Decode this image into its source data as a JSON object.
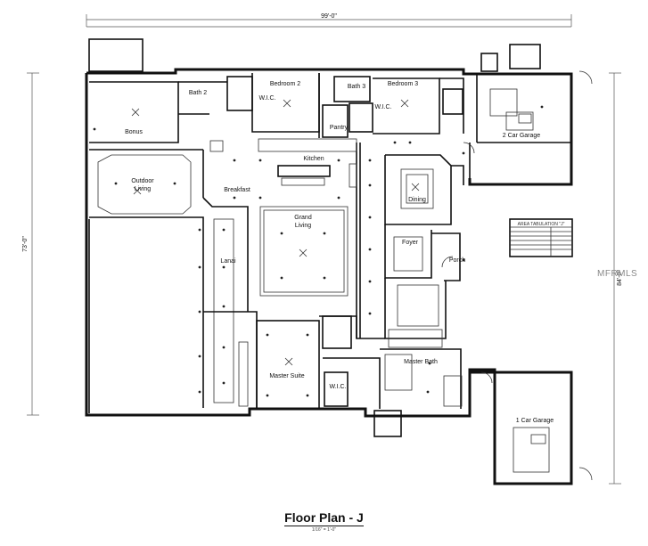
{
  "plan": {
    "title": "Floor Plan - J",
    "title_sub": "1/16\" = 1'-0\"",
    "watermark": "MFRMLS",
    "dim_width": "99'-0\"",
    "dim_height_left": "73'-0\"",
    "dim_height_right": "84'-0\""
  },
  "rooms": {
    "bonus": "Bonus",
    "bath2": "Bath 2",
    "wic1": "W.I.C.",
    "bedroom2": "Bedroom 2",
    "bath3": "Bath 3",
    "pantry": "Pantry",
    "wic2": "W.I.C.",
    "bedroom3": "Bedroom 3",
    "garage2": "2 Car Garage",
    "kitchen": "Kitchen",
    "outdoor_living_1": "Outdoor",
    "outdoor_living_2": "Living",
    "breakfast": "Breakfast",
    "grand_living_1": "Grand",
    "grand_living_2": "Living",
    "dining": "Dining",
    "foyer": "Foyer",
    "porch": "Porch",
    "lanai": "Lanai",
    "master_suite": "Master Suite",
    "wic3": "W.I.C.",
    "master_bath": "Master Bath",
    "garage1": "1 Car Garage"
  },
  "area_tabulation": {
    "title": "AREA TABULATION \"J\""
  }
}
